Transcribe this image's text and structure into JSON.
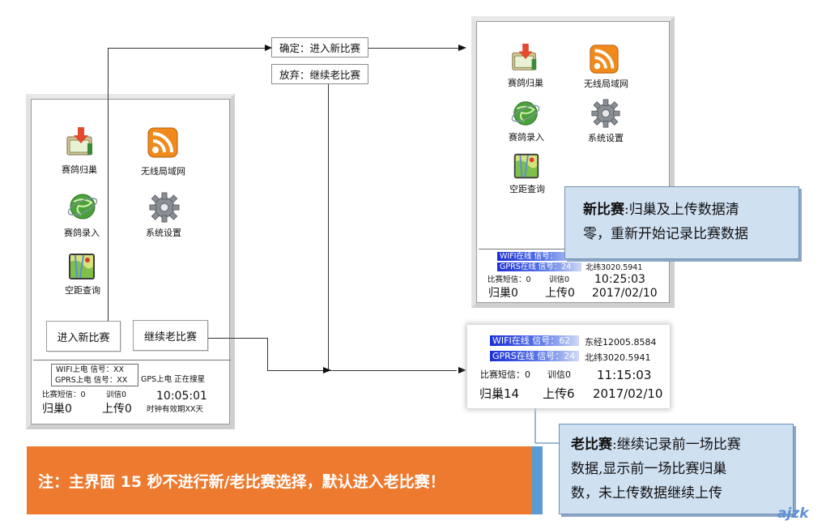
{
  "menu": {
    "return": "赛鸽归巢",
    "wlan": "无线局域网",
    "entry": "赛鸽录入",
    "settings": "系统设置",
    "distance": "空距查询"
  },
  "buttons": {
    "new_race": "进入新比赛",
    "continue_race": "继续老比赛"
  },
  "choices": {
    "confirm": "确定：进入新比赛",
    "abandon": "放弃：继续老比赛"
  },
  "left_status": {
    "wifi": "WIFI上电 信号：XX",
    "gprs": "GPRS上电 信号：XX",
    "gps": "GPS上电 正在搜星",
    "sms": "比赛短信：0",
    "train": "训信0",
    "time": "10:05:01",
    "nest": "归巢0",
    "upload": "上传0",
    "clock": "时钟有效期XX天"
  },
  "right_status": {
    "wifi": "WIFI在线 信号：",
    "gprs": "GPRS在线 信号：24",
    "lat": "北纬3020.5941",
    "sms": "比赛短信：0",
    "train": "训信0",
    "time": "10:25:03",
    "nest": "归巢0",
    "upload": "上传0",
    "date": "2017/02/10"
  },
  "old_status": {
    "wifi": "WIFI在线 信号：62",
    "lon": "东经12005.8584",
    "gprs": "GPRS在线 信号：24",
    "lat": "北纬3020.5941",
    "sms": "比赛短信：0",
    "train": "训信0",
    "time": "11:15:03",
    "nest": "归巢14",
    "upload": "上传6",
    "date": "2017/02/10"
  },
  "callout_new": {
    "title": "新比赛",
    "line1": ":归巢及上传数据清",
    "line2": "零，重新开始记录比赛数据"
  },
  "callout_old": {
    "title": "老比赛",
    "line1": ":继续记录前一场比赛",
    "line2": "数据,显示前一场比赛归巢",
    "line3": "数，未上传数据继续上传"
  },
  "note": "注：主界面 15 秒不进行新/老比赛选择，默认进入老比赛！",
  "watermark": "ajzk",
  "colors": {
    "note_bg": "#ed7a2f",
    "callout_bg": "#cfe0f1",
    "signal_bar": "#1c2fd6"
  },
  "icons": [
    "download-icon",
    "rss-icon",
    "globe-icon",
    "gear-icon",
    "map-icon"
  ]
}
